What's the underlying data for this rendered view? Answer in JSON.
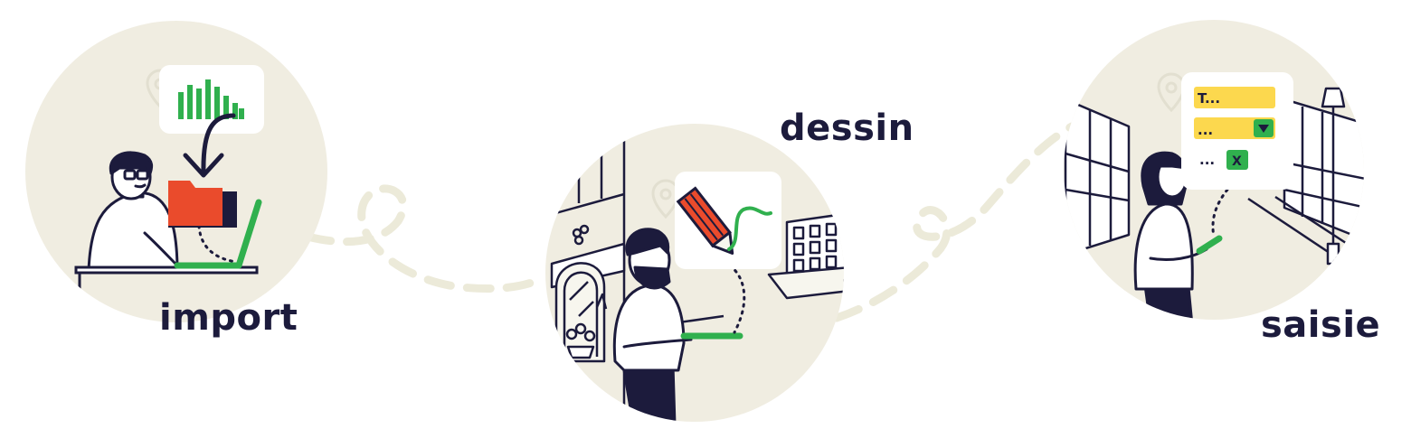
{
  "steps": {
    "import": {
      "label": "import"
    },
    "dessin": {
      "label": "dessin"
    },
    "saisie": {
      "label": "saisie"
    }
  },
  "form_card": {
    "field_text": "T...",
    "field_select": "...",
    "field_option": "...",
    "close_mark": "X"
  },
  "colors": {
    "circle_bg": "#f0ede1",
    "path": "#ecead9",
    "ink": "#1c1b3c",
    "green": "#30b04e",
    "orange": "#ea4b2c",
    "yellow": "#fcd84e",
    "label": "#1c1b3c"
  },
  "icons": [
    "bar-chart-icon",
    "folder-icon",
    "pencil-icon",
    "map-pin-icon",
    "dropdown-arrow-icon",
    "close-icon",
    "laptop-icon",
    "tablet-icon",
    "phone-icon"
  ]
}
